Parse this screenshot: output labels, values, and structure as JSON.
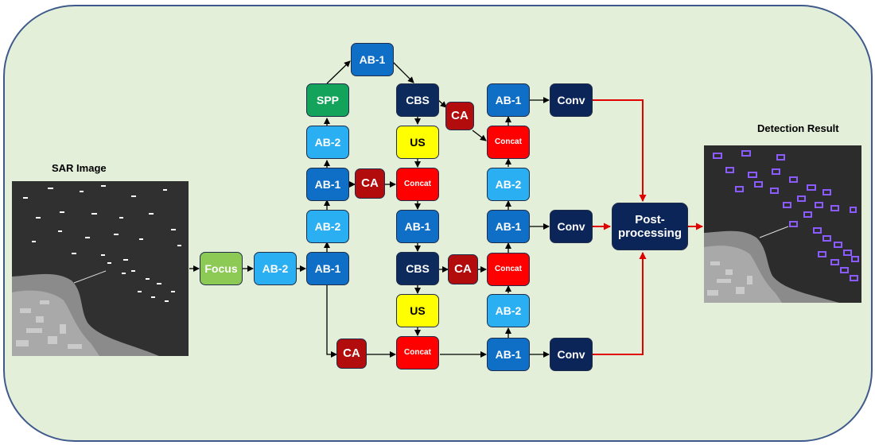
{
  "labels": {
    "input": "SAR Image",
    "output": "Detection Result"
  },
  "nodes": {
    "focus": "Focus",
    "ab2_in": "AB-2",
    "ab1_base": "AB-1",
    "ab2_left_low": "AB-2",
    "ab1_left_mid": "AB-1",
    "ab2_left_high": "AB-2",
    "spp": "SPP",
    "ab1_top": "AB-1",
    "ca_left": "CA",
    "cbs_top": "CBS",
    "us_top": "US",
    "concat_mid1": "Concat",
    "ab1_mid": "AB-1",
    "cbs_mid": "CBS",
    "us_mid": "US",
    "concat_bottom": "Concat",
    "ca_bottom": "CA",
    "ca_top": "CA",
    "ca_mid": "CA",
    "concat_right_top": "Concat",
    "ab1_right_top": "AB-1",
    "ab2_right_top": "AB-2",
    "ab1_right_mid": "AB-1",
    "concat_right_mid": "Concat",
    "ab2_right_low": "AB-2",
    "ab1_right_bottom": "AB-1",
    "conv_top": "Conv",
    "conv_mid": "Conv",
    "conv_bottom": "Conv",
    "post": "Post-\nprocessing"
  },
  "colors": {
    "ab1": "#0f6fc6",
    "ab2": "#2ab0f2",
    "spp": "#13a35a",
    "cbs": "#0d2a5c",
    "us": "#ffff00",
    "concat": "#ff0000",
    "ca": "#b30c0c",
    "focus": "#8cca55",
    "conv": "#0c2558",
    "panel": "#e3efd9",
    "red_arrow": "#e00000",
    "detection_box": "#8a5cff"
  }
}
